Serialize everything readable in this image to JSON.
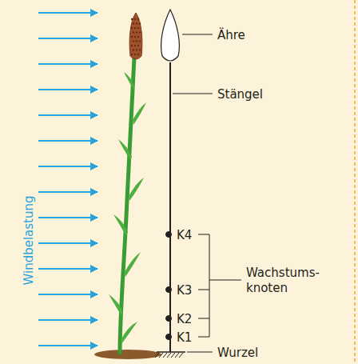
{
  "diagram": {
    "labels": [
      "Windbelastung",
      "Ähre",
      "Stängel",
      "K4",
      "K3",
      "K2",
      "K1",
      "Wachstums- knoten",
      "Wurzel"
    ]
  }
}
